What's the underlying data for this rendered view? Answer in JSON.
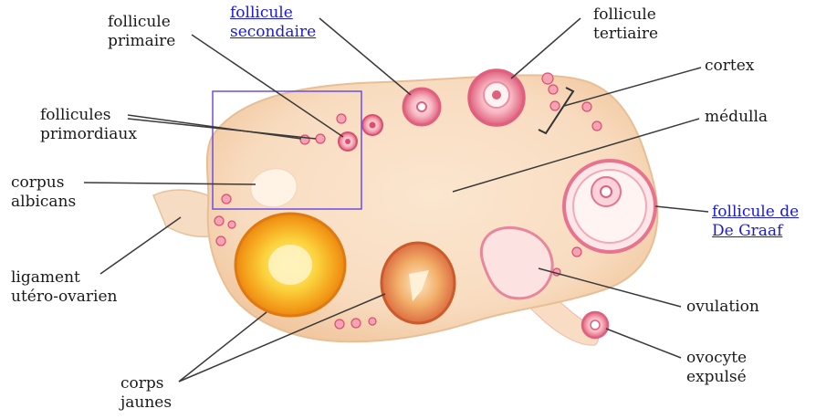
{
  "labels": {
    "follicule_primaire": [
      "follicule",
      "primaire"
    ],
    "follicule_secondaire": [
      "follicule",
      "secondaire"
    ],
    "follicule_tertiaire": [
      "follicule",
      "tertiaire"
    ],
    "cortex": "cortex",
    "follicules_primordiaux": [
      "follicules",
      "primordiaux"
    ],
    "medulla": "médulla",
    "corpus_albicans": [
      "corpus",
      "albicans"
    ],
    "follicule_de_graaf": [
      "follicule de",
      "De Graaf"
    ],
    "ligament": [
      "ligament",
      "utéro-ovarien"
    ],
    "ovulation": "ovulation",
    "ovocyte": [
      "ovocyte",
      "expulsé"
    ],
    "corps_jaunes": [
      "corps",
      "jaunes"
    ]
  },
  "colors": {
    "ovary": "#f8dcc0",
    "ovary_outline": "#e8bf95",
    "follicle": "#e86a88",
    "corpus_luteum": "#f5a020",
    "link": "#1a1adb",
    "highlight_box": "#6b4ee6"
  }
}
